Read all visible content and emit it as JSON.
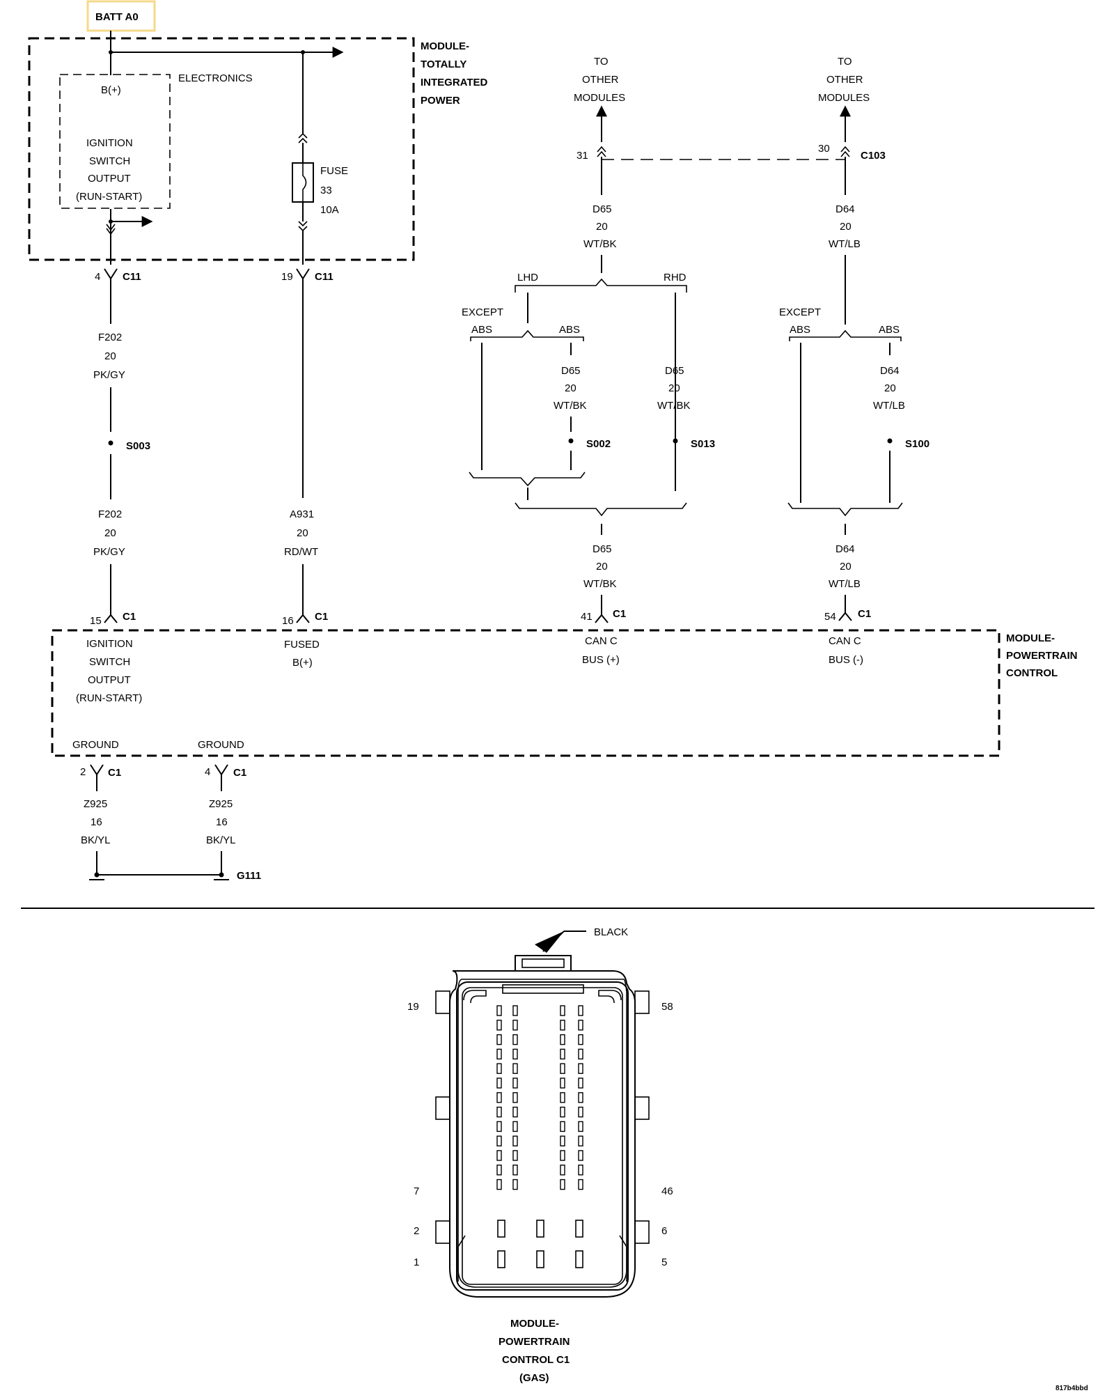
{
  "batt_label": "BATT A0",
  "tipm": {
    "title_lines": [
      "MODULE-",
      "TOTALLY",
      "INTEGRATED",
      "POWER"
    ],
    "electronics": "ELECTRONICS",
    "bplus": "B(+)",
    "ign_lines": [
      "IGNITION",
      "SWITCH",
      "OUTPUT",
      "(RUN-START)"
    ],
    "fuse_lines": [
      "FUSE",
      "33",
      "10A"
    ]
  },
  "connectors": {
    "c11_a": {
      "pin": "4",
      "name": "C11"
    },
    "c11_b": {
      "pin": "19",
      "name": "C11"
    },
    "c103_left": {
      "pin": "31"
    },
    "c103_right": {
      "pin": "30",
      "name": "C103"
    },
    "c1_15": {
      "pin": "15",
      "name": "C1"
    },
    "c1_16": {
      "pin": "16",
      "name": "C1"
    },
    "c1_41": {
      "pin": "41",
      "name": "C1"
    },
    "c1_54": {
      "pin": "54",
      "name": "C1"
    },
    "c1_2": {
      "pin": "2",
      "name": "C1"
    },
    "c1_4": {
      "pin": "4",
      "name": "C1"
    }
  },
  "to_other_modules": [
    "TO",
    "OTHER",
    "MODULES"
  ],
  "wires": {
    "f202": [
      "F202",
      "20",
      "PK/GY"
    ],
    "a931": [
      "A931",
      "20",
      "RD/WT"
    ],
    "d65": [
      "D65",
      "20",
      "WT/BK"
    ],
    "d64": [
      "D64",
      "20",
      "WT/LB"
    ],
    "z925": [
      "Z925",
      "16",
      "BK/YL"
    ]
  },
  "splices": {
    "s003": "S003",
    "s002": "S002",
    "s013": "S013",
    "s100": "S100"
  },
  "options": {
    "lhd": "LHD",
    "rhd": "RHD",
    "except": "EXCEPT",
    "abs": "ABS"
  },
  "pcm": {
    "title_lines": [
      "MODULE-",
      "POWERTRAIN",
      "CONTROL"
    ],
    "ign_lines": [
      "IGNITION",
      "SWITCH",
      "OUTPUT",
      "(RUN-START)"
    ],
    "fused_lines": [
      "FUSED",
      "B(+)"
    ],
    "can_plus_lines": [
      "CAN C",
      "BUS (+)"
    ],
    "can_minus_lines": [
      "CAN C",
      "BUS (-)"
    ],
    "ground": "GROUND"
  },
  "ground_label": "G111",
  "connector_view": {
    "color_label": "BLACK",
    "pin_numbers": {
      "p19": "19",
      "p58": "58",
      "p7": "7",
      "p46": "46",
      "p2": "2",
      "p6": "6",
      "p1": "1",
      "p5": "5"
    },
    "title_lines": [
      "MODULE-",
      "POWERTRAIN",
      "CONTROL C1",
      "(GAS)"
    ]
  },
  "image_code": "817b4bbd"
}
